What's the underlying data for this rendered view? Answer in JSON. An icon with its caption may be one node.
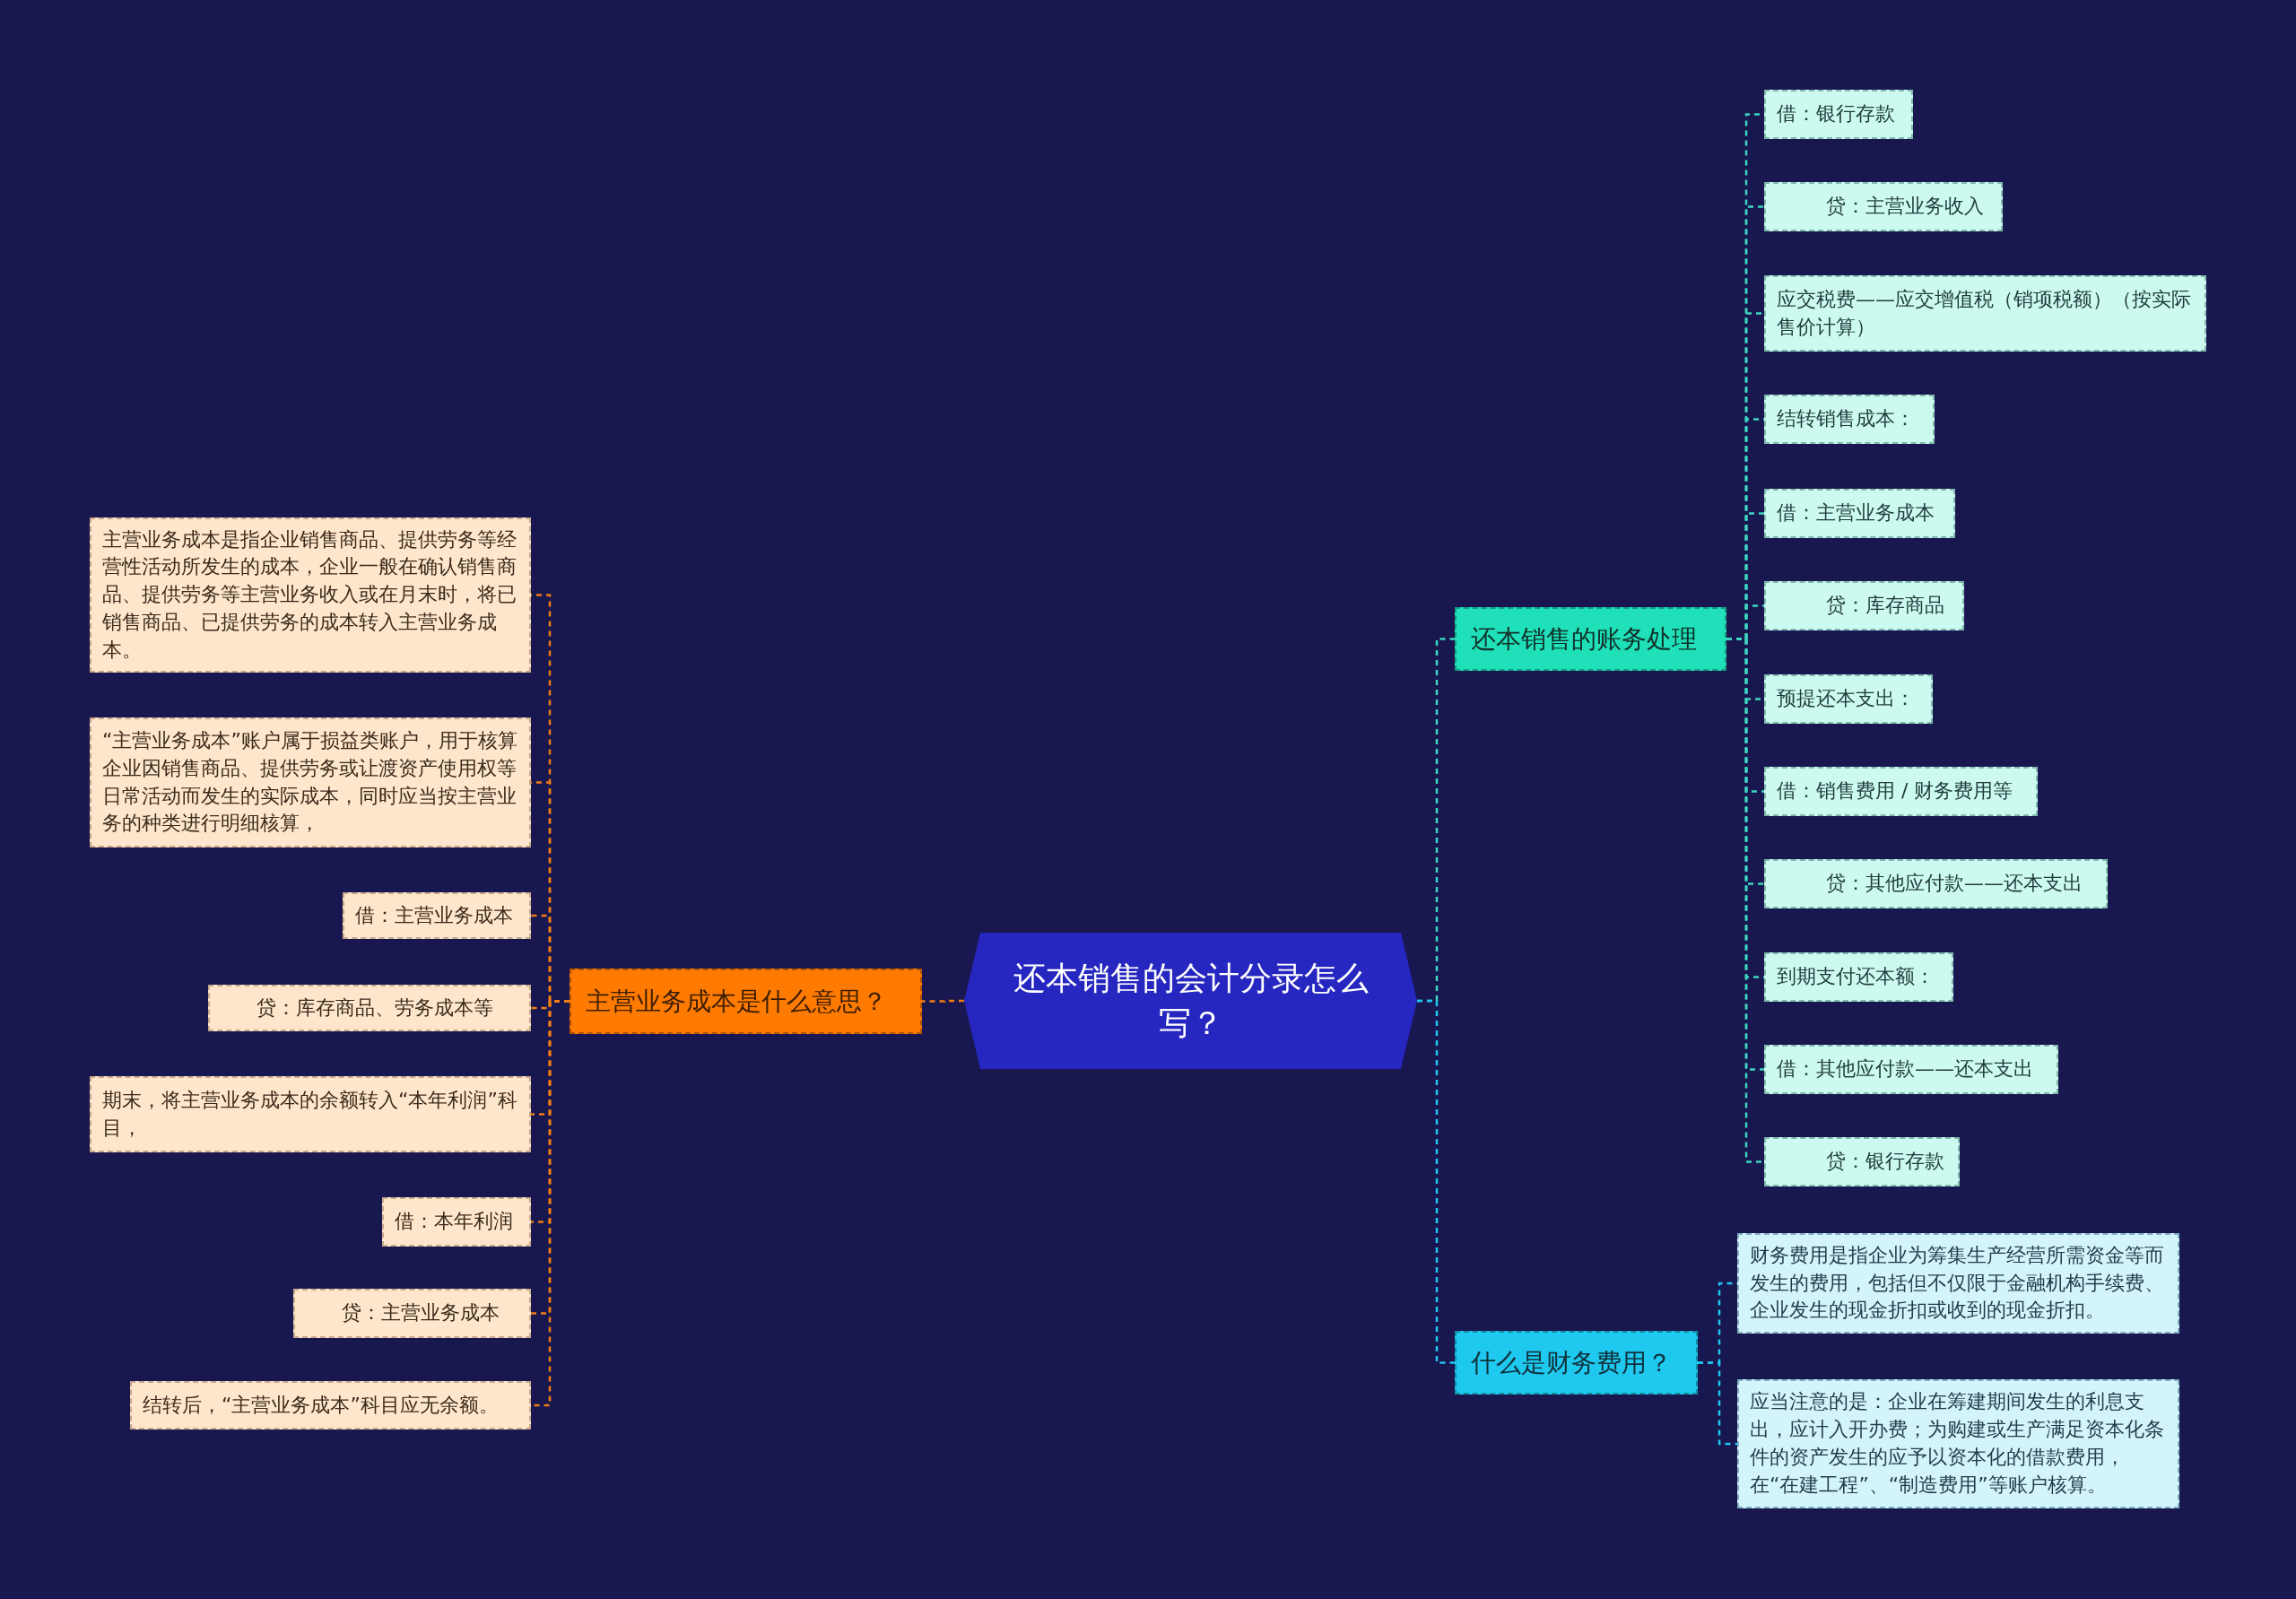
{
  "diagram": {
    "nodes": [
      {
        "text": [
          "还本销售的会计分录怎么写？"
        ]
      },
      {
        "text": [
          "主营业务成本是什么意思？"
        ]
      },
      {
        "text": [
          "主营业务成本是指企业销售商品、提供劳务等经营性活动所发生的成本，企业一般在确认销售商品、提供劳务等主营业务收入或在月末时，将已销售商品、已提供劳务的成本转入主营业务成本。"
        ]
      },
      {
        "text": [
          "“主营业务成本”账户属于损益类账户，用于核算企业因销售商品、提供劳务或让渡资产使用权等日常活动而发生的实际成本，同时应当按主营业务的种类进行明细核算，"
        ]
      },
      {
        "text": [
          "借：主营业务成本"
        ]
      },
      {
        "text": [
          "贷：库存商品、劳务成本等"
        ]
      },
      {
        "text": [
          "期末，将主营业务成本的余额转入“本年利润”科目，"
        ]
      },
      {
        "text": [
          "借：本年利润"
        ]
      },
      {
        "text": [
          "贷：主营业务成本"
        ]
      },
      {
        "text": [
          "结转后，“主营业务成本”科目应无余额。"
        ]
      },
      {
        "text": [
          "还本销售的账务处理"
        ]
      },
      {
        "text": [
          "借：银行存款"
        ]
      },
      {
        "text": [
          "贷：主营业务收入"
        ]
      },
      {
        "text": [
          "应交税费——应交增值税（销项税额）（按实际售价计算）"
        ]
      },
      {
        "text": [
          "结转销售成本："
        ]
      },
      {
        "text": [
          "借：主营业务成本"
        ]
      },
      {
        "text": [
          "贷：库存商品"
        ]
      },
      {
        "text": [
          "预提还本支出："
        ]
      },
      {
        "text": [
          "借：销售费用 / 财务费用等"
        ]
      },
      {
        "text": [
          "贷：其他应付款——还本支出"
        ]
      },
      {
        "text": [
          "到期支付还本额："
        ]
      },
      {
        "text": [
          "借：其他应付款——还本支出"
        ]
      },
      {
        "text": [
          "贷：银行存款"
        ]
      },
      {
        "text": [
          "什么是财务费用？"
        ]
      },
      {
        "text": [
          "财务费用是指企业为筹集生产经营所需资金等而发生的费用，包括但不仅限于金融机构手续费、企业发生的现金折扣或收到的现金折扣。"
        ]
      },
      {
        "text": [
          "应当注意的是：企业在筹建期间发生的利息支出，应计入开办费；为购建或生产满足资本化条件的资产发生的应予以资本化的借款费用，在“在建工程”、“制造费用”等账户核算。"
        ]
      }
    ],
    "edges": [
      {
        "from": 0,
        "to": 1,
        "arrow": "none",
        "color": "#f07c14"
      },
      {
        "from": 1,
        "to": 2,
        "arrow": "none",
        "color": "#f07c14"
      },
      {
        "from": 1,
        "to": 3,
        "arrow": "none",
        "color": "#f07c14"
      },
      {
        "from": 1,
        "to": 4,
        "arrow": "none",
        "color": "#f07c14"
      },
      {
        "from": 1,
        "to": 5,
        "arrow": "none",
        "color": "#f07c14"
      },
      {
        "from": 1,
        "to": 6,
        "arrow": "none",
        "color": "#f07c14"
      },
      {
        "from": 1,
        "to": 7,
        "arrow": "none",
        "color": "#f07c14"
      },
      {
        "from": 1,
        "to": 8,
        "arrow": "none",
        "color": "#f07c14"
      },
      {
        "from": 1,
        "to": 9,
        "arrow": "none",
        "color": "#f07c14"
      },
      {
        "from": 0,
        "to": 10,
        "arrow": "none"
      },
      {
        "from": 10,
        "to": 11,
        "arrow": "none"
      },
      {
        "from": 10,
        "to": 12,
        "arrow": "none"
      },
      {
        "from": 10,
        "to": 13,
        "arrow": "none"
      },
      {
        "from": 10,
        "to": 14,
        "arrow": "none"
      },
      {
        "from": 10,
        "to": 15,
        "arrow": "none"
      },
      {
        "from": 10,
        "to": 16,
        "arrow": "none"
      },
      {
        "from": 10,
        "to": 17,
        "arrow": "none"
      },
      {
        "from": 10,
        "to": 18,
        "arrow": "none"
      },
      {
        "from": 10,
        "to": 19,
        "arrow": "none"
      },
      {
        "from": 10,
        "to": 20,
        "arrow": "none"
      },
      {
        "from": 10,
        "to": 21,
        "arrow": "none"
      },
      {
        "from": 10,
        "to": 22,
        "arrow": "none"
      },
      {
        "from": 0,
        "to": 23,
        "arrow": "none",
        "color": "#1ec8ee"
      },
      {
        "from": 23,
        "to": 24,
        "arrow": "none",
        "color": "#1ec8ee"
      },
      {
        "from": 23,
        "to": 25,
        "arrow": "none",
        "color": "#1ec8ee"
      }
    ]
  }
}
